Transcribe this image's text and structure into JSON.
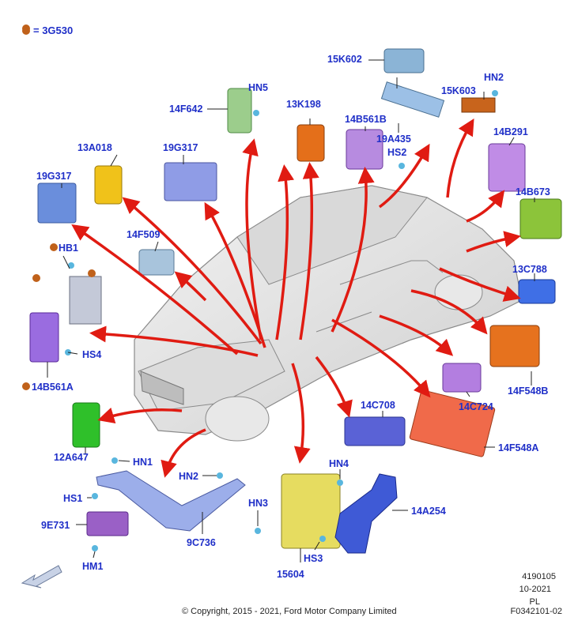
{
  "legend": {
    "symbol": "orange-dot",
    "text": "= 3G530"
  },
  "labels": {
    "l15K602": "15K602",
    "lHN2": "HN2",
    "l15K603": "15K603",
    "lHN5": "HN5",
    "l14F642": "14F642",
    "l13K198": "13K198",
    "l14B561B": "14B561B",
    "lHS2": "HS2",
    "l19A435": "19A435",
    "l13A018": "13A018",
    "l19G317a": "19G317",
    "l19G317b": "19G317",
    "l14B291": "14B291",
    "l14B673": "14B673",
    "l14F509": "14F509",
    "lHB1": "HB1",
    "l13C788": "13C788",
    "lHS4": "HS4",
    "l14B561A": "14B561A",
    "l14F548B": "14F548B",
    "l14C724": "14C724",
    "l14C708": "14C708",
    "l14F548A": "14F548A",
    "l12A647": "12A647",
    "lHN1": "HN1",
    "lHN2b": "HN2",
    "lHN4": "HN4",
    "lHS1": "HS1",
    "lHN3": "HN3",
    "l14A254": "14A254",
    "l9E731": "9E731",
    "l9C736": "9C736",
    "lHS3": "HS3",
    "lHM1": "HM1",
    "l15604": "15604"
  },
  "meta": {
    "number": "4190105",
    "date": "10-2021",
    "lang": "PL"
  },
  "copyright": "© Copyright, 2015 - 2021, Ford Motor Company Limited",
  "figure_id": "F0342101-02",
  "colors": {
    "label": "#1f2fc8",
    "arrow": "#e01b12",
    "dot": "#c0611a"
  }
}
